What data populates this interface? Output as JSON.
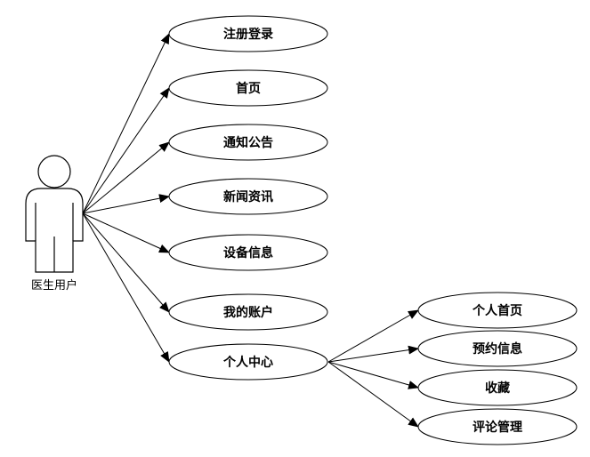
{
  "diagram": {
    "actor": {
      "label": "医生用户"
    },
    "main_use_cases": [
      {
        "id": "register-login",
        "label": "注册登录"
      },
      {
        "id": "home",
        "label": "首页"
      },
      {
        "id": "notice",
        "label": "通知公告"
      },
      {
        "id": "news",
        "label": "新闻资讯"
      },
      {
        "id": "equipment",
        "label": "设备信息"
      },
      {
        "id": "my-account",
        "label": "我的账户"
      },
      {
        "id": "personal-center",
        "label": "个人中心"
      }
    ],
    "sub_use_cases": [
      {
        "id": "personal-home",
        "label": "个人首页"
      },
      {
        "id": "appointment",
        "label": "预约信息"
      },
      {
        "id": "favorites",
        "label": "收藏"
      },
      {
        "id": "review-manage",
        "label": "评论管理"
      }
    ],
    "colors": {
      "stroke": "#000000",
      "fill": "#ffffff",
      "text": "#000000"
    }
  }
}
